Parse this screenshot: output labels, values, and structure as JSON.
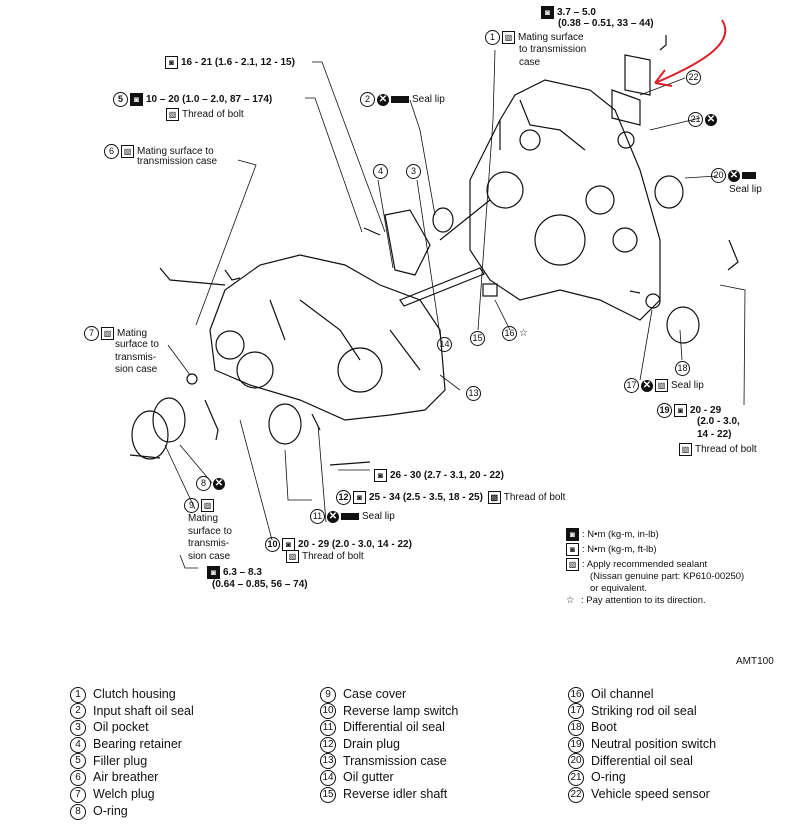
{
  "callouts": {
    "torque_top": "3.7 – 5.0",
    "torque_top_sub": "(0.38 – 0.51, 33 – 44)",
    "c1": "Mating surface",
    "c1b": "to transmission",
    "c1c": "case",
    "t_16_21": "16 - 21 (1.6 - 2.1, 12 - 15)",
    "t_10_20": "10 – 20 (1.0 – 2.0, 87 – 174)",
    "thread_of_bolt": "Thread of bolt",
    "seal_lip": "Seal lip",
    "c6": "Mating surface to",
    "c6b": "transmission case",
    "c7a": "Mating",
    "c7b": "surface to",
    "c7c": "transmis-",
    "c7d": "sion case",
    "t_26_30": "26 - 30 (2.7 - 3.1, 20 - 22)",
    "t_25_34": "25 - 34 (2.5 - 3.5, 18 - 25)",
    "t_20_29": "20 - 29 (2.0 - 3.0, 14 - 22)",
    "t_20_29_r1": "20 - 29",
    "t_20_29_r2": "(2.0 - 3.0,",
    "t_20_29_r3": "14 - 22)",
    "c9a": "Mating",
    "c9b": "surface to",
    "c9c": "transmis-",
    "c9d": "sion case",
    "t_63_83": "6.3 – 8.3",
    "t_63_83_sub": "(0.64 – 0.85, 56 – 74)"
  },
  "key": {
    "nm_in": ": N•m (kg-m, in-lb)",
    "nm_ft": ": N•m (kg-m, ft-lb)",
    "sealant1": ": Apply recommended sealant",
    "sealant2": "(Nissan genuine part: KP610-00250)",
    "sealant3": "or equivalent.",
    "direction": ": Pay attention to its direction."
  },
  "code": "AMT100",
  "legend": [
    [
      {
        "n": "1",
        "label": "Clutch housing"
      },
      {
        "n": "2",
        "label": "Input shaft oil seal"
      },
      {
        "n": "3",
        "label": "Oil pocket"
      },
      {
        "n": "4",
        "label": "Bearing retainer"
      },
      {
        "n": "5",
        "label": "Filler plug"
      },
      {
        "n": "6",
        "label": "Air breather"
      },
      {
        "n": "7",
        "label": "Welch plug"
      },
      {
        "n": "8",
        "label": "O-ring"
      }
    ],
    [
      {
        "n": "9",
        "label": "Case cover"
      },
      {
        "n": "10",
        "label": "Reverse lamp switch"
      },
      {
        "n": "11",
        "label": "Differential oil seal"
      },
      {
        "n": "12",
        "label": "Drain plug"
      },
      {
        "n": "13",
        "label": "Transmission case"
      },
      {
        "n": "14",
        "label": "Oil gutter"
      },
      {
        "n": "15",
        "label": "Reverse idler shaft"
      }
    ],
    [
      {
        "n": "16",
        "label": "Oil channel"
      },
      {
        "n": "17",
        "label": "Striking rod oil seal"
      },
      {
        "n": "18",
        "label": "Boot"
      },
      {
        "n": "19",
        "label": "Neutral position switch"
      },
      {
        "n": "20",
        "label": "Differential oil seal"
      },
      {
        "n": "21",
        "label": "O-ring"
      },
      {
        "n": "22",
        "label": "Vehicle speed sensor"
      }
    ]
  ],
  "colors": {
    "annotation": "#d8232a",
    "ink": "#111111"
  }
}
